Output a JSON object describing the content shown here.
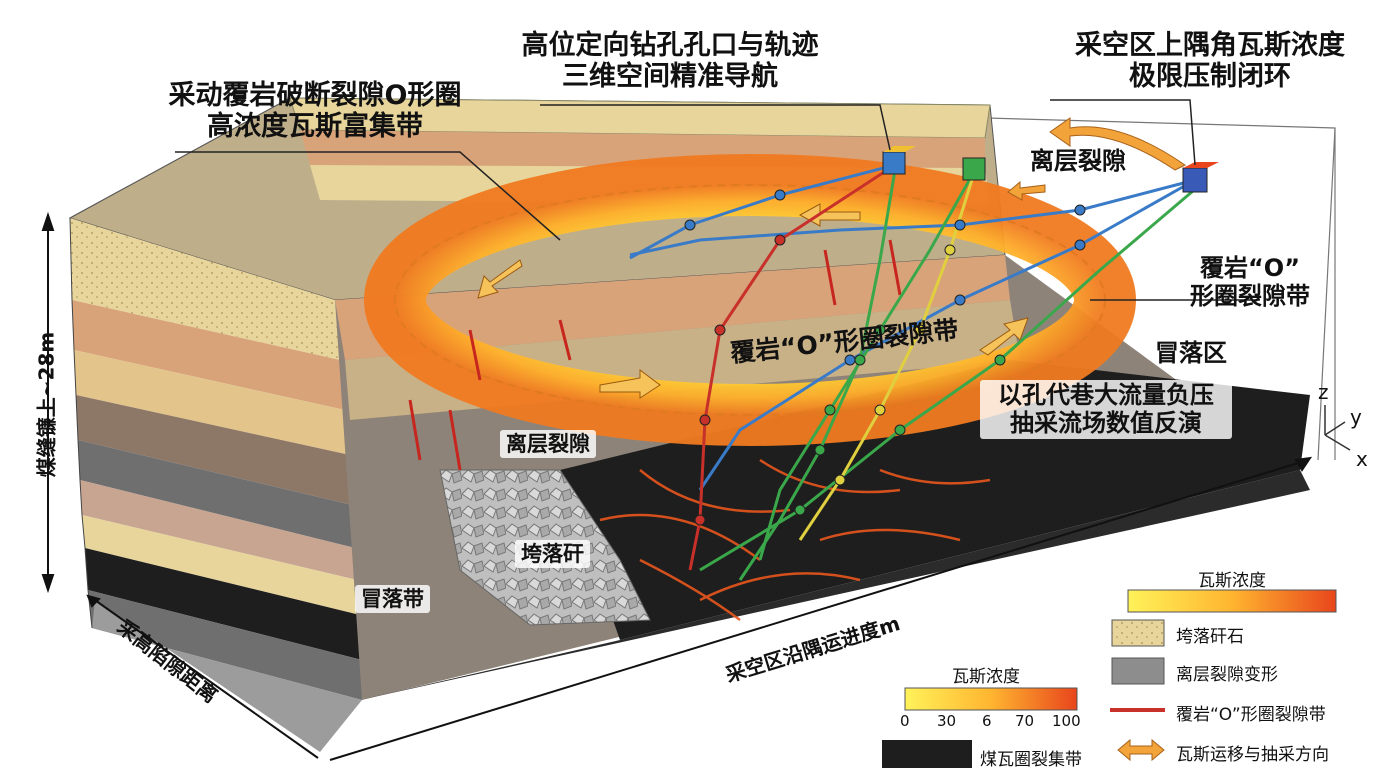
{
  "callouts": {
    "top_left": [
      "采动覆岩破断裂隙O形圈",
      "高浓度瓦斯富集带"
    ],
    "top_center": [
      "高位定向钻孔孔口与轨迹",
      "三维空间精准导航"
    ],
    "top_right": [
      "采空区上隅角瓦斯浓度",
      "极限压制闭环"
    ]
  },
  "zone_labels": {
    "separation_top": "离层裂隙",
    "o_ring_right": [
      "覆岩“O”",
      "形圈裂隙带"
    ],
    "o_ring_on_band": "覆岩“O”形圈裂隙带",
    "caving_zone": "冒落区",
    "inversion": [
      "以孔代巷大流量负压",
      "抽采流场数值反演"
    ],
    "separation_left": "离层裂隙",
    "rubble": "垮落矸",
    "caving_band": "冒落带"
  },
  "axes": {
    "vertical": "煤缝镰上~28m",
    "depth": "采高陷隙距离",
    "advance": "采空区沿隅运进度m",
    "triad": {
      "z": "z",
      "y": "y",
      "x": "x"
    }
  },
  "legend_right": {
    "title": "瓦斯浓度",
    "items": [
      {
        "icon": "sandstone-swatch",
        "label": "垮落矸石"
      },
      {
        "icon": "shale-swatch",
        "label": "离层裂隙变形"
      },
      {
        "icon": "red-line-icon",
        "label": "覆岩“O”形圈裂隙带"
      },
      {
        "icon": "double-arrow-icon",
        "label": "瓦斯运移与抽采方向"
      }
    ]
  },
  "legend_center": {
    "title": "瓦斯浓度",
    "ticks": [
      "0",
      "30",
      "6",
      "70",
      "100"
    ],
    "coal_label": "煤瓦圈裂集带"
  },
  "colors": {
    "gas_low": "#ffe94a",
    "gas_high": "#e8451c",
    "coal": "#1e1e1e",
    "sandstone": "#e6d39a",
    "shale_brown": "#c88a6a",
    "borehole_blue": "#3a7bc8",
    "borehole_green": "#3aa84a",
    "borehole_red": "#c8302a",
    "borehole_yellow": "#e0d040"
  }
}
